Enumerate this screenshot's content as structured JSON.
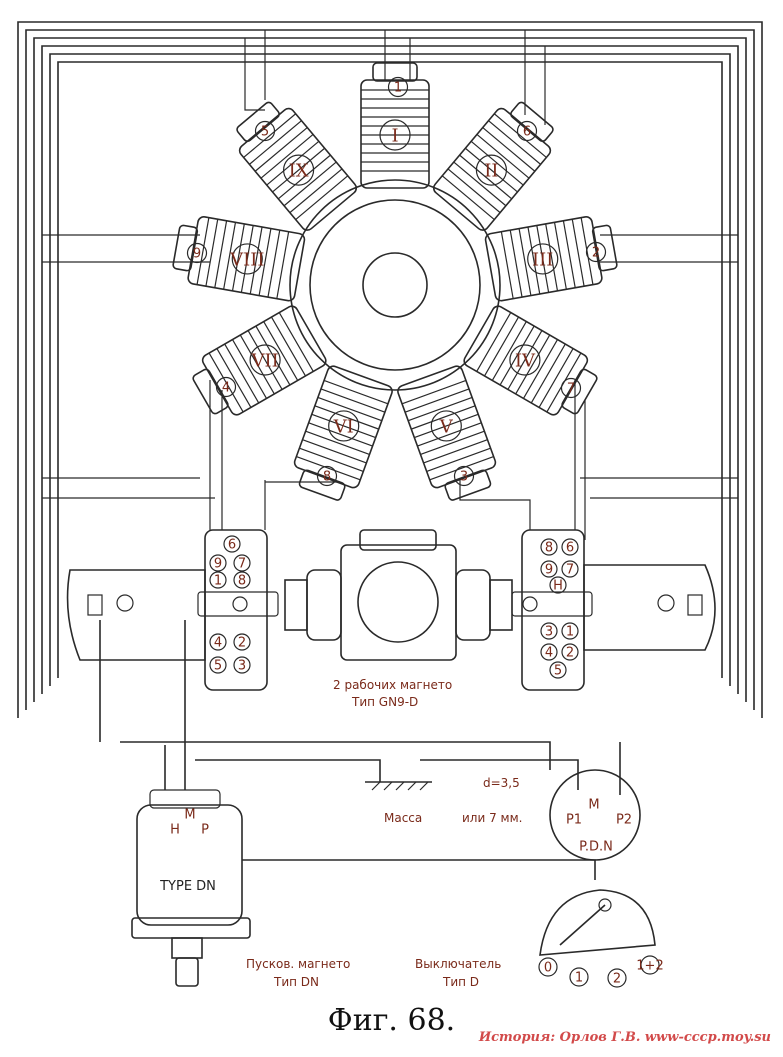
{
  "cylinders": [
    "I",
    "II",
    "III",
    "IV",
    "V",
    "VI",
    "VII",
    "VIII",
    "IX"
  ],
  "plugs": [
    "1",
    "6",
    "2",
    "7",
    "3",
    "8",
    "4",
    "9",
    "5"
  ],
  "left_terminals": [
    "6",
    "9",
    "7",
    "1",
    "8",
    "4",
    "2",
    "5",
    "3"
  ],
  "right_terminals": [
    "8",
    "6",
    "9",
    "7",
    "H",
    "3",
    "1",
    "4",
    "2",
    "5"
  ],
  "magneto_label": [
    "2 рабочих магнето",
    "Тип GN9-D"
  ],
  "gap_label": [
    "d=3,5",
    "или 7 мм."
  ],
  "ground_label": "Масса",
  "starter_box": {
    "type_text": "TYPE DN",
    "h": "H",
    "m": "M",
    "p": "P"
  },
  "starter_label": [
    "Пусков. магнето",
    "Тип DN"
  ],
  "switch_block": {
    "p1": "P1",
    "m": "M",
    "p2": "P2",
    "pdn": "P.D.N"
  },
  "switch_label": [
    "Выключатель",
    "Тип D"
  ],
  "switch_positions": [
    "0",
    "1",
    "2",
    "1+2"
  ],
  "caption": "Фиг. 68.",
  "credit": "История: Орлов Г.В. www-ссср.moy.su"
}
